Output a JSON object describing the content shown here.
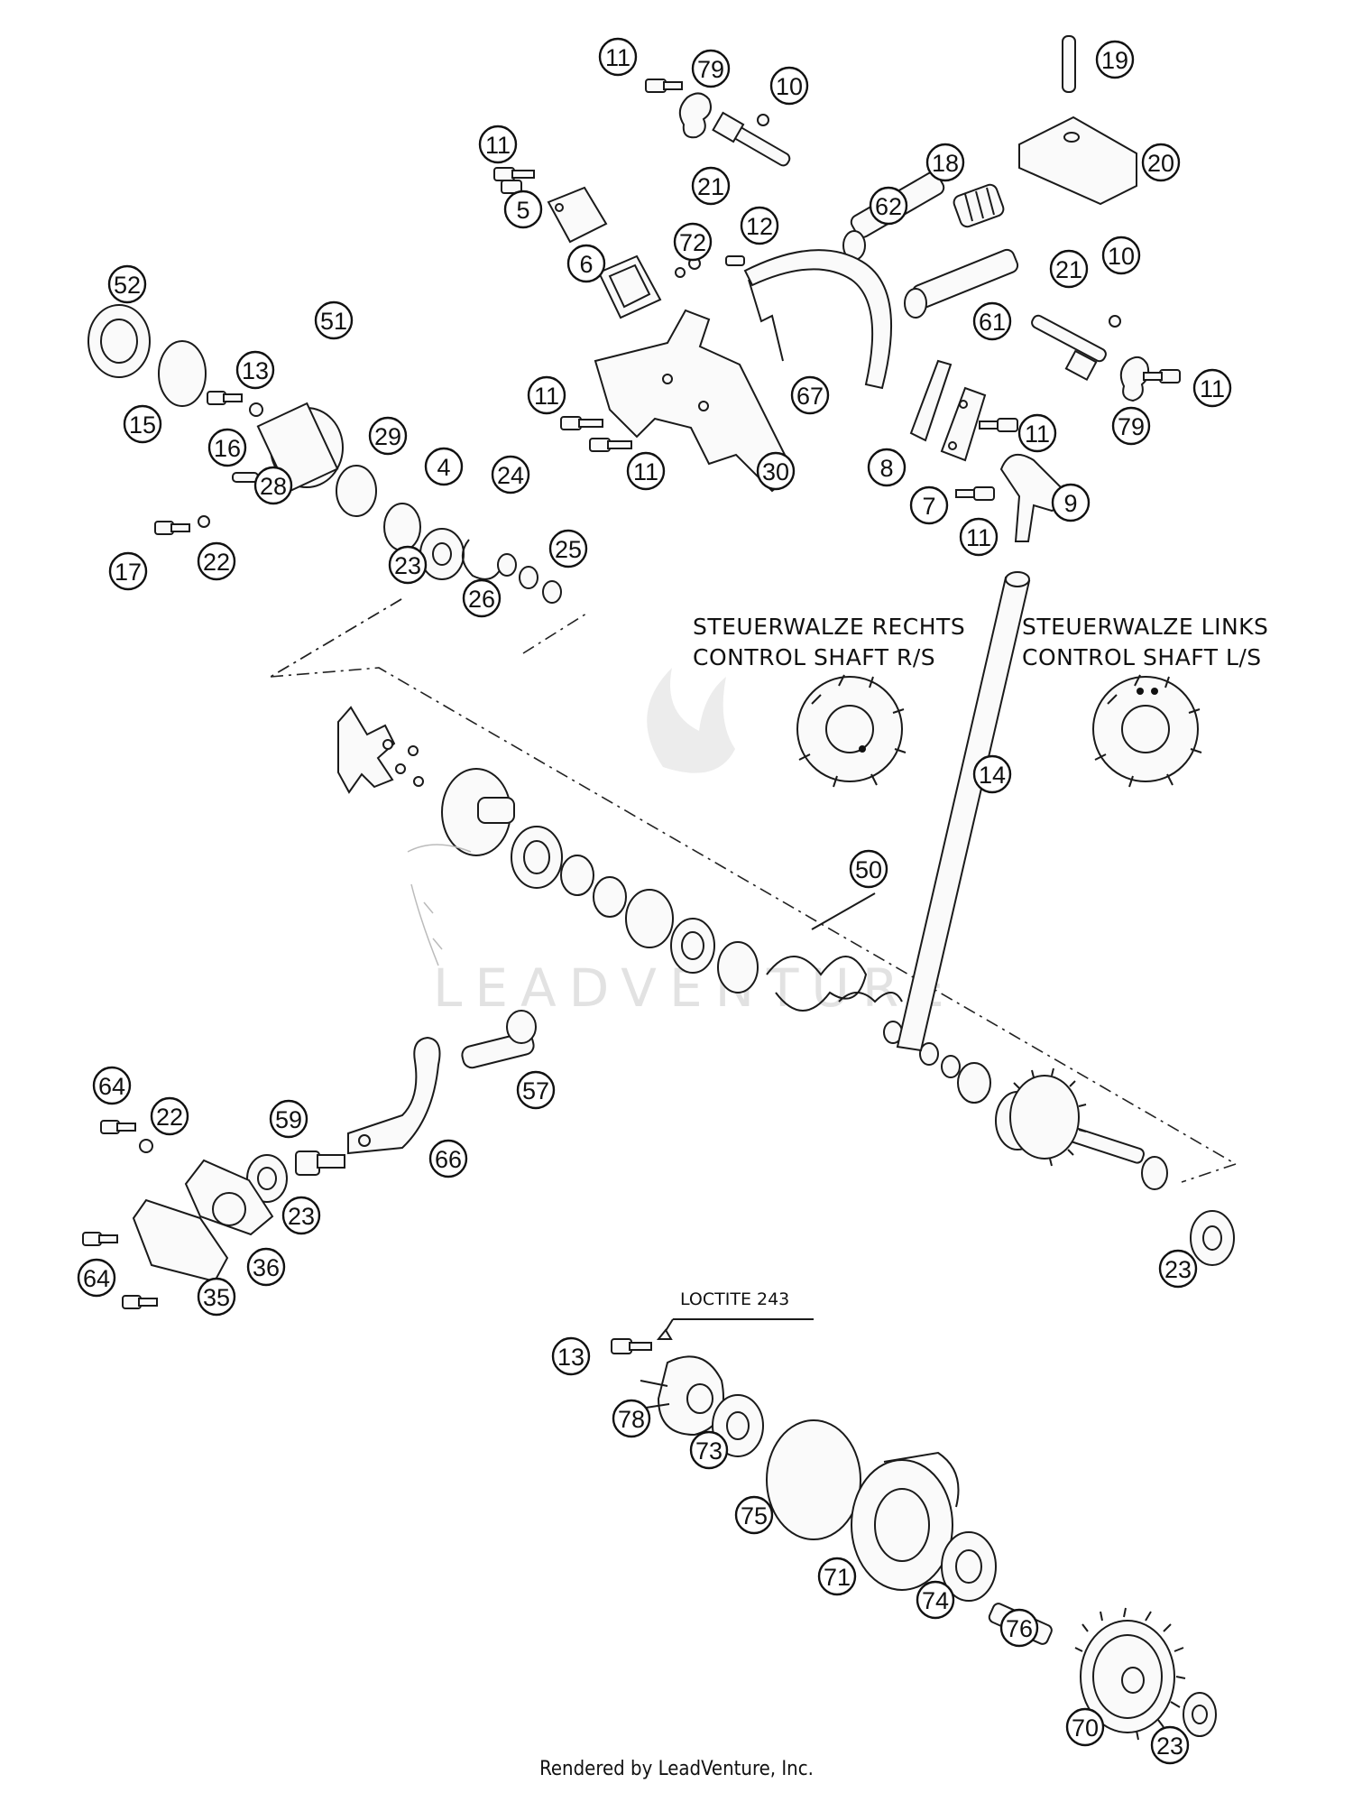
{
  "labels": {
    "steuerwalze_rechts": "STEUERWALZE RECHTS",
    "control_shaft_rs": "CONTROL SHAFT R/S",
    "steuerwalze_links": "STEUERWALZE LINKS",
    "control_shaft_ls": "CONTROL SHAFT L/S",
    "loctite": "LOCTITE 243"
  },
  "watermark": "LEADVENTURE",
  "footer": "Rendered by LeadVenture, Inc.",
  "callouts": [
    {
      "id": "c1",
      "text": "11"
    },
    {
      "id": "c2",
      "text": "79"
    },
    {
      "id": "c3",
      "text": "10"
    },
    {
      "id": "c4",
      "text": "19"
    },
    {
      "id": "c5",
      "text": "11"
    },
    {
      "id": "c6",
      "text": "21"
    },
    {
      "id": "c7",
      "text": "18"
    },
    {
      "id": "c8",
      "text": "20"
    },
    {
      "id": "c9",
      "text": "5"
    },
    {
      "id": "c10",
      "text": "62"
    },
    {
      "id": "c11",
      "text": "12"
    },
    {
      "id": "c12",
      "text": "6"
    },
    {
      "id": "c13",
      "text": "72"
    },
    {
      "id": "c14",
      "text": "52"
    },
    {
      "id": "c15",
      "text": "21"
    },
    {
      "id": "c16",
      "text": "10"
    },
    {
      "id": "c17",
      "text": "61"
    },
    {
      "id": "c18",
      "text": "13"
    },
    {
      "id": "c19",
      "text": "51"
    },
    {
      "id": "c20",
      "text": "15"
    },
    {
      "id": "c21",
      "text": "11"
    },
    {
      "id": "c22",
      "text": "67"
    },
    {
      "id": "c23",
      "text": "11"
    },
    {
      "id": "c24",
      "text": "79"
    },
    {
      "id": "c25",
      "text": "29"
    },
    {
      "id": "c26",
      "text": "16"
    },
    {
      "id": "c27",
      "text": "4"
    },
    {
      "id": "c28",
      "text": "11"
    },
    {
      "id": "c29",
      "text": "30"
    },
    {
      "id": "c30",
      "text": "11"
    },
    {
      "id": "c31",
      "text": "8"
    },
    {
      "id": "c32",
      "text": "7"
    },
    {
      "id": "c33",
      "text": "9"
    },
    {
      "id": "c34",
      "text": "24"
    },
    {
      "id": "c35",
      "text": "28"
    },
    {
      "id": "c36",
      "text": "11"
    },
    {
      "id": "c37",
      "text": "17"
    },
    {
      "id": "c38",
      "text": "22"
    },
    {
      "id": "c39",
      "text": "23"
    },
    {
      "id": "c40",
      "text": "25"
    },
    {
      "id": "c41",
      "text": "26"
    },
    {
      "id": "c42",
      "text": "14"
    },
    {
      "id": "c43",
      "text": "50"
    },
    {
      "id": "c44",
      "text": "57"
    },
    {
      "id": "c45",
      "text": "64"
    },
    {
      "id": "c46",
      "text": "22"
    },
    {
      "id": "c47",
      "text": "59"
    },
    {
      "id": "c48",
      "text": "66"
    },
    {
      "id": "c49",
      "text": "23"
    },
    {
      "id": "c50",
      "text": "36"
    },
    {
      "id": "c51",
      "text": "64"
    },
    {
      "id": "c52",
      "text": "35"
    },
    {
      "id": "c53",
      "text": "23"
    },
    {
      "id": "c54",
      "text": "13"
    },
    {
      "id": "c55",
      "text": "78"
    },
    {
      "id": "c56",
      "text": "73"
    },
    {
      "id": "c57",
      "text": "75"
    },
    {
      "id": "c58",
      "text": "71"
    },
    {
      "id": "c59",
      "text": "74"
    },
    {
      "id": "c60",
      "text": "76"
    },
    {
      "id": "c61",
      "text": "70"
    },
    {
      "id": "c62",
      "text": "23"
    }
  ]
}
